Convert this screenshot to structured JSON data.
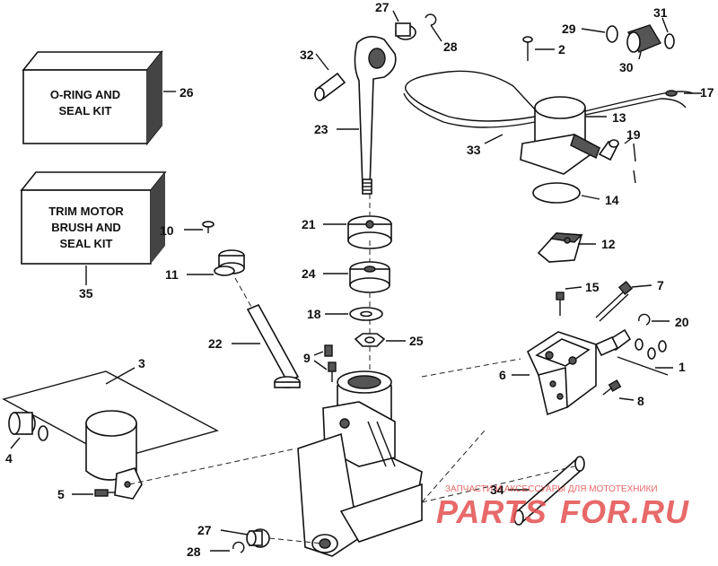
{
  "callouts": {
    "c1": "1",
    "c2": "2",
    "c3": "3",
    "c4": "4",
    "c5": "5",
    "c6": "6",
    "c7": "7",
    "c8": "8",
    "c9": "9",
    "c10": "10",
    "c11": "11",
    "c12": "12",
    "c13": "13",
    "c14": "14",
    "c15": "15",
    "c17": "17",
    "c18": "18",
    "c19": "19",
    "c20": "20",
    "c21": "21",
    "c22": "22",
    "c23": "23",
    "c24": "24",
    "c25": "25",
    "c26": "26",
    "c27a": "27",
    "c27b": "27",
    "c28a": "28",
    "c28b": "28",
    "c29": "29",
    "c30": "30",
    "c31": "31",
    "c32": "32",
    "c33": "33",
    "c34": "34",
    "c35": "35"
  },
  "kits": {
    "oring_line1": "O-RING AND",
    "oring_line2": "SEAL KIT",
    "trim_line1": "TRIM MOTOR",
    "trim_line2": "BRUSH AND",
    "trim_line3": "SEAL KIT"
  },
  "watermark": {
    "caption": "ЗАПЧАСТИ И АКСЕССУАРЫ ДЛЯ МОТОТЕХНИКИ",
    "brand_left": "PARTS",
    "brand_right": "FOR.RU"
  },
  "colors": {
    "watermark": "#e4504f",
    "ink": "#111111"
  }
}
